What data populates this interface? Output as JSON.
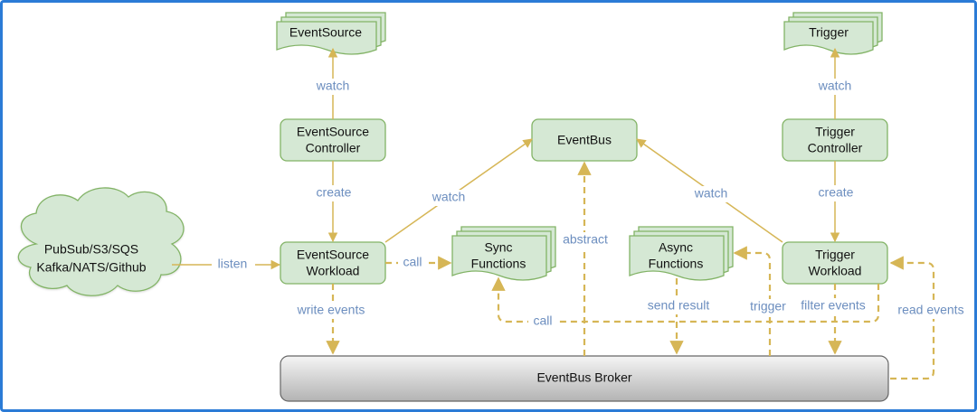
{
  "nodes": {
    "event_source": "EventSource",
    "trigger": "Trigger",
    "event_source_controller": [
      "EventSource",
      "Controller"
    ],
    "event_bus": "EventBus",
    "trigger_controller": [
      "Trigger",
      "Controller"
    ],
    "external_sources": [
      "PubSub/S3/SQS",
      "Kafka/NATS/Github"
    ],
    "event_source_workload": [
      "EventSource",
      "Workload"
    ],
    "sync_functions": [
      "Sync",
      "Functions"
    ],
    "async_functions": [
      "Async",
      "Functions"
    ],
    "trigger_workload": [
      "Trigger",
      "Workload"
    ],
    "event_bus_broker": "EventBus Broker"
  },
  "edges": {
    "watch_eventsource": "watch",
    "watch_trigger": "watch",
    "create_eventsource": "create",
    "create_trigger": "create",
    "watch_eventbus_left": "watch",
    "watch_eventbus_right": "watch",
    "listen": "listen",
    "call_sync": "call",
    "abstract": "abstract",
    "write_events": "write events",
    "send_result": "send result",
    "trigger": "trigger",
    "filter_events": "filter events",
    "read_events": "read events",
    "call_back": "call"
  },
  "colors": {
    "frame": "#2b7bd6",
    "node_fill": "#d5e8d4",
    "node_stroke": "#82b366",
    "arrow": "#d6b656",
    "edge_label": "#6c8ebf",
    "broker_fill_top": "#f5f5f5",
    "broker_fill_bottom": "#b3b3b3"
  }
}
